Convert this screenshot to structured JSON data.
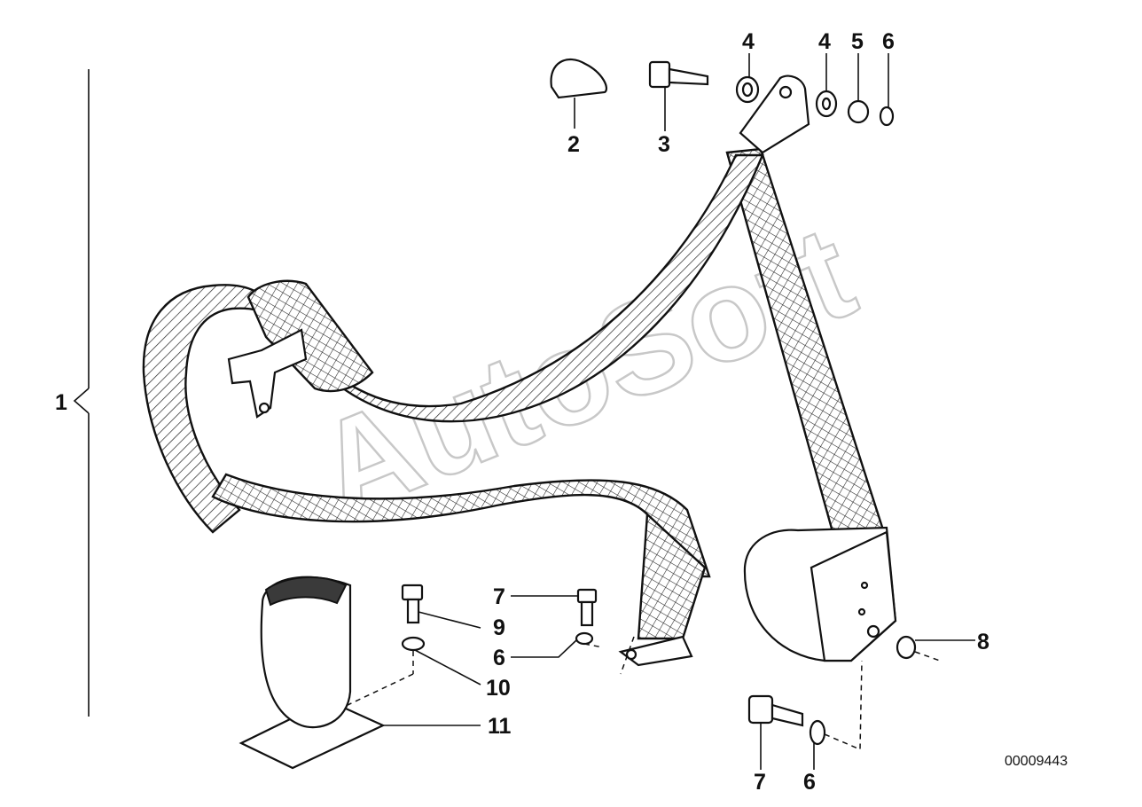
{
  "callouts": {
    "c1": "1",
    "c2": "2",
    "c3": "3",
    "c4a": "4",
    "c4b": "4",
    "c5": "5",
    "c6a": "6",
    "c7a": "7",
    "c9": "9",
    "c6b": "6",
    "c10": "10",
    "c11": "11",
    "c8": "8",
    "c7b": "7",
    "c6c": "6"
  },
  "document_number": "00009443",
  "watermark": "AutoSoft",
  "icons": [
    "seat-belt-assembly",
    "cover-cap",
    "bolt",
    "washer",
    "bushing",
    "nut",
    "belt-buckle",
    "belt-retractor"
  ]
}
